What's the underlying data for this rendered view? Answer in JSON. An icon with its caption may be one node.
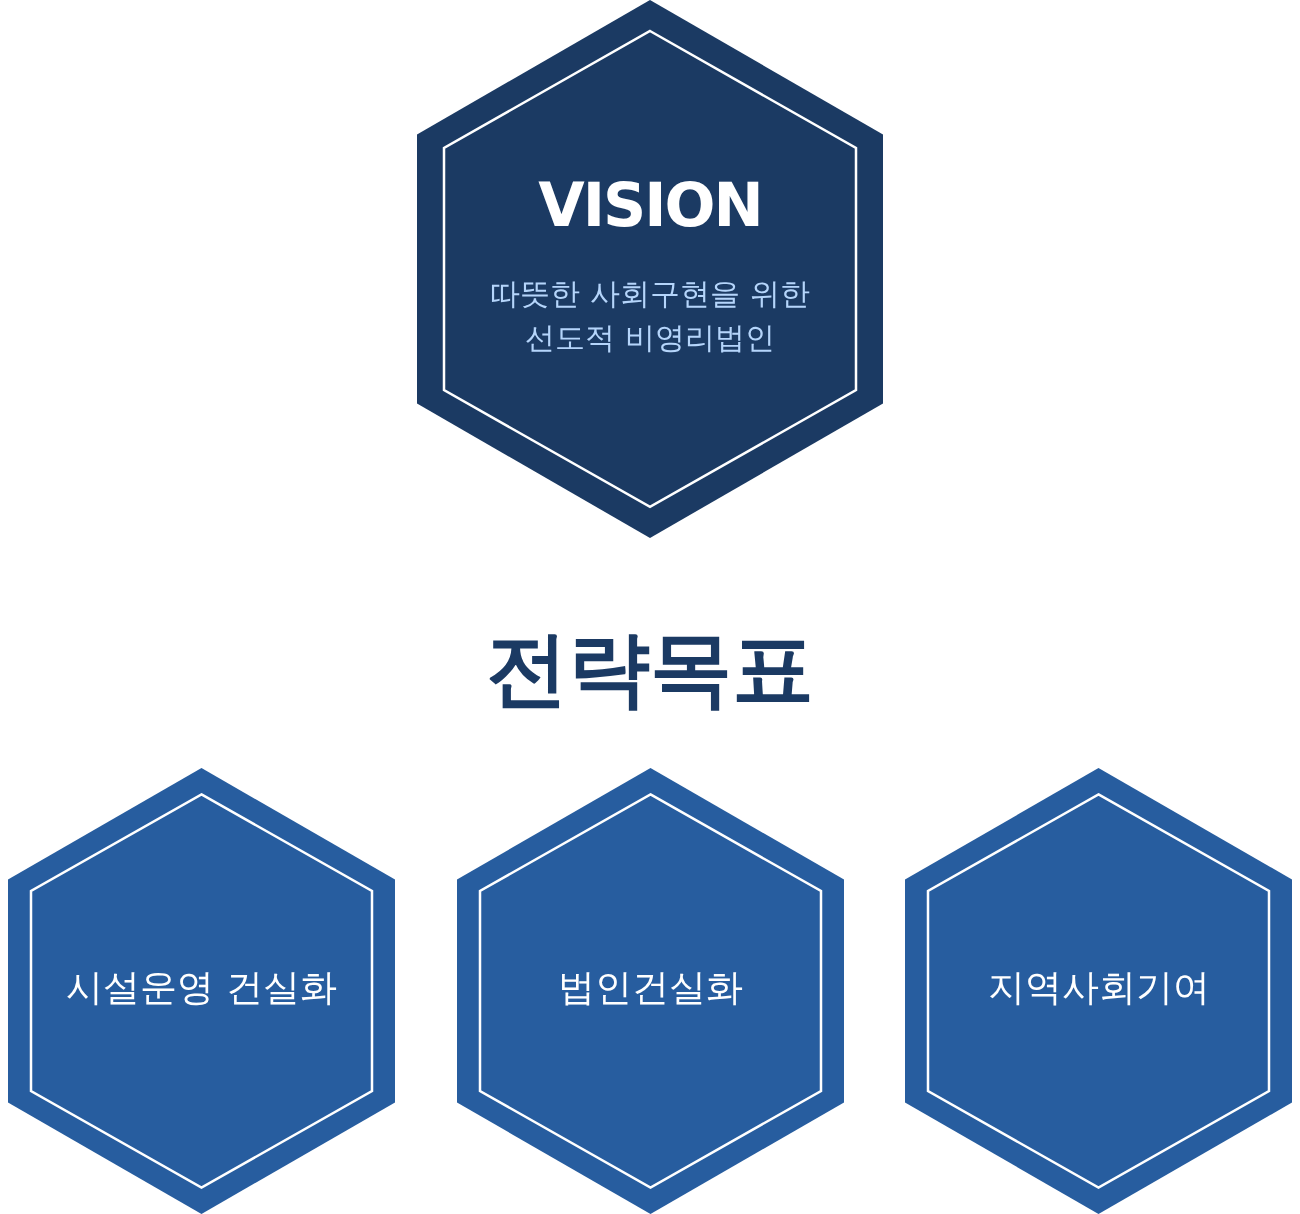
{
  "diagram": {
    "title": "전략목표",
    "nodes": [
      {
        "text": [
          "VISION",
          "따뜻한 사회구현을 위한 선도적 비영리법인"
        ]
      },
      {
        "text": [
          "시설운영 건실화"
        ]
      },
      {
        "text": [
          "법인건실화"
        ]
      },
      {
        "text": [
          "지역사회기여"
        ]
      }
    ]
  }
}
